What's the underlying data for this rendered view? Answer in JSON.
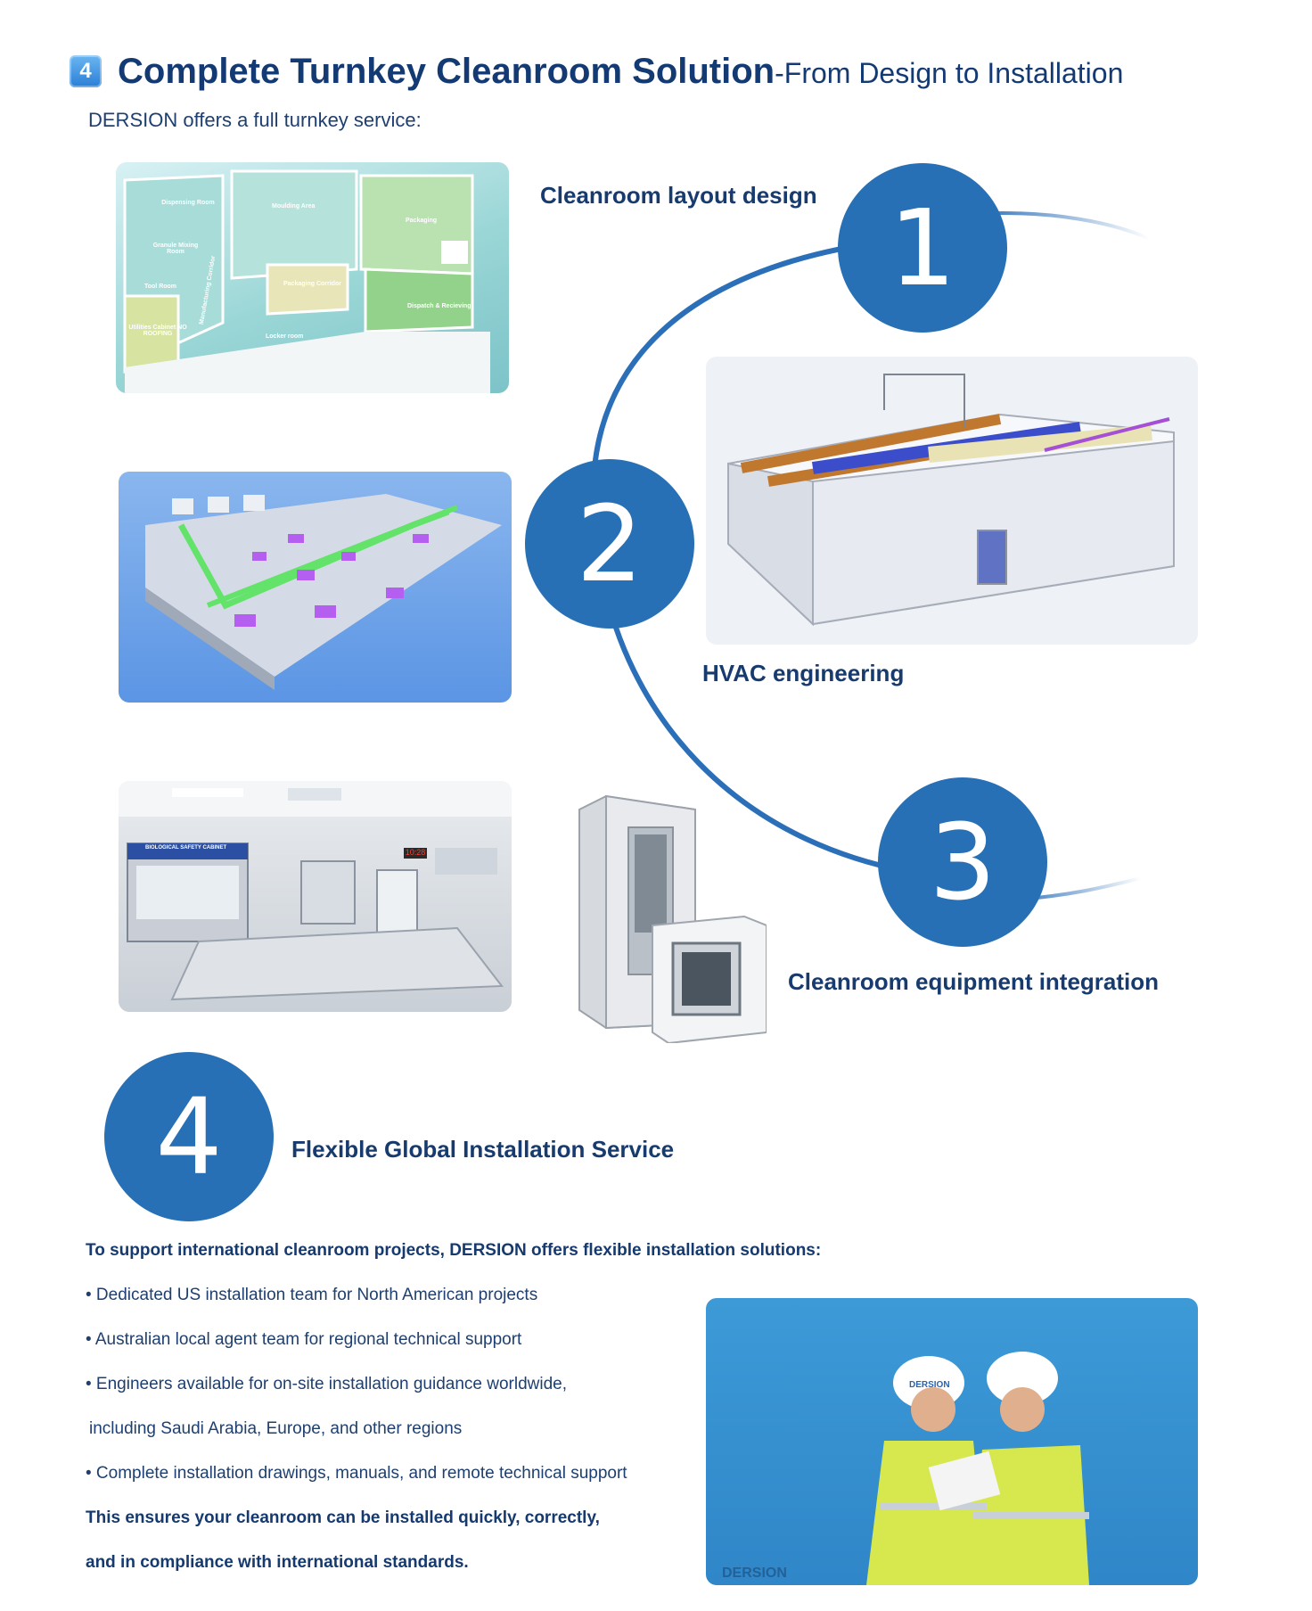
{
  "header": {
    "badge": "4",
    "title_main": "Complete Turnkey Cleanroom Solution",
    "title_sub": "-From Design to Installation",
    "intro": "DERSION offers a full turnkey service:"
  },
  "steps": [
    {
      "number": "1",
      "label": "Cleanroom layout design"
    },
    {
      "number": "2",
      "label": "HVAC engineering"
    },
    {
      "number": "3",
      "label": "Cleanroom equipment integration"
    },
    {
      "number": "4",
      "label": "Flexible Global Installation Service"
    }
  ],
  "layout_image": {
    "rooms": [
      "Dispensing Room",
      "Moulding Area",
      "Packaging",
      "Granule Mixing Room",
      "Manufacturing Corridor",
      "Tool Room",
      "Packaging Corridor",
      "Dispatch & Recieving",
      "Utilities Cabinet NO ROOFING",
      "Locker room"
    ]
  },
  "lab_image": {
    "cabinet_label": "BIOLOGICAL SAFETY CABINET",
    "clock": "10:28"
  },
  "workers_image": {
    "helmet_text": "DERSION",
    "wall_text": "DERSION"
  },
  "installation": {
    "intro": "To support international cleanroom projects, DERSION offers flexible installation solutions:",
    "bullets": [
      "• Dedicated US installation team for North American projects",
      "• Australian local agent team for regional technical support",
      "• Engineers available for on-site installation guidance worldwide,",
      "including Saudi Arabia, Europe, and other regions",
      "• Complete installation drawings, manuals, and remote technical support"
    ],
    "closing_1": "This ensures your cleanroom can be installed quickly, correctly,",
    "closing_2": "and in compliance with international standards."
  },
  "colors": {
    "circle": "#2770b6",
    "title": "#143a73",
    "arc": "#2a6fb8"
  }
}
